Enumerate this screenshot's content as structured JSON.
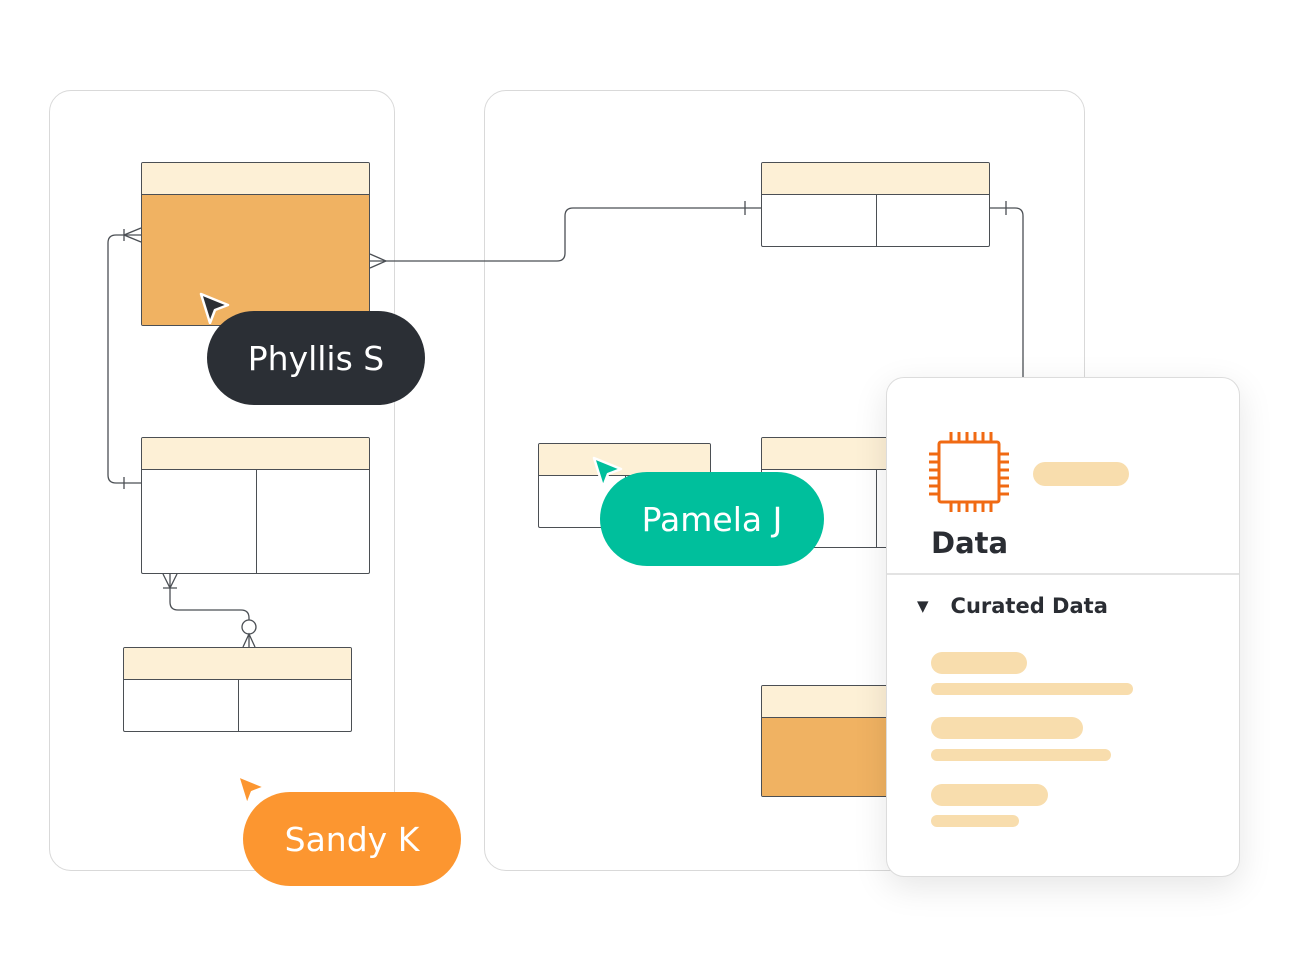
{
  "collaborators": [
    {
      "name": "Phyllis S",
      "color": "#2b2f35"
    },
    {
      "name": "Pamela J",
      "color": "#00bf9c"
    },
    {
      "name": "Sandy K",
      "color": "#fc9630"
    }
  ],
  "colors": {
    "entity_header": "#fdf0d6",
    "entity_fill": "#f0b262",
    "skeleton": "#f8ddad",
    "chip_icon": "#f06a13"
  },
  "panel": {
    "icon": "microchip-icon",
    "title": "Data",
    "section": {
      "caret": "▼",
      "label": "Curated Data"
    }
  }
}
